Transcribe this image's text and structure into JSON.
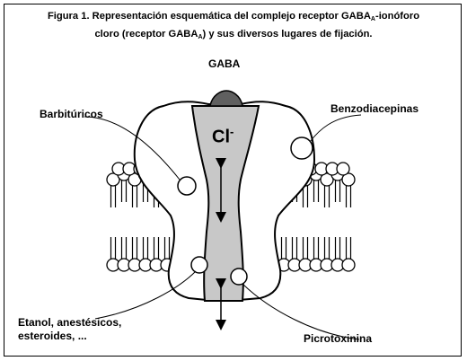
{
  "figure": {
    "caption_line1_pre": "Figura 1. Representación esquemática del complejo receptor GABA",
    "caption_line1_sub": "A",
    "caption_line1_post": "-ionóforo",
    "caption_line2_pre": "cloro (receptor GABA",
    "caption_line2_sub": "A",
    "caption_line2_post": ") y sus diversos lugares de fijación."
  },
  "labels": {
    "gaba": "GABA",
    "barbituricos": "Barbitúricos",
    "benzodiacepinas": "Benzodiacepinas",
    "chloride": "Cl",
    "chloride_charge": "-",
    "etanol_line1": "Etanol, anestésicos,",
    "etanol_line2": "esteroides, ...",
    "picrotoxinina": "Picrotoxinina"
  },
  "colors": {
    "channel": "#c8c8c8",
    "gaba_site": "#606060",
    "stroke": "#000000"
  }
}
